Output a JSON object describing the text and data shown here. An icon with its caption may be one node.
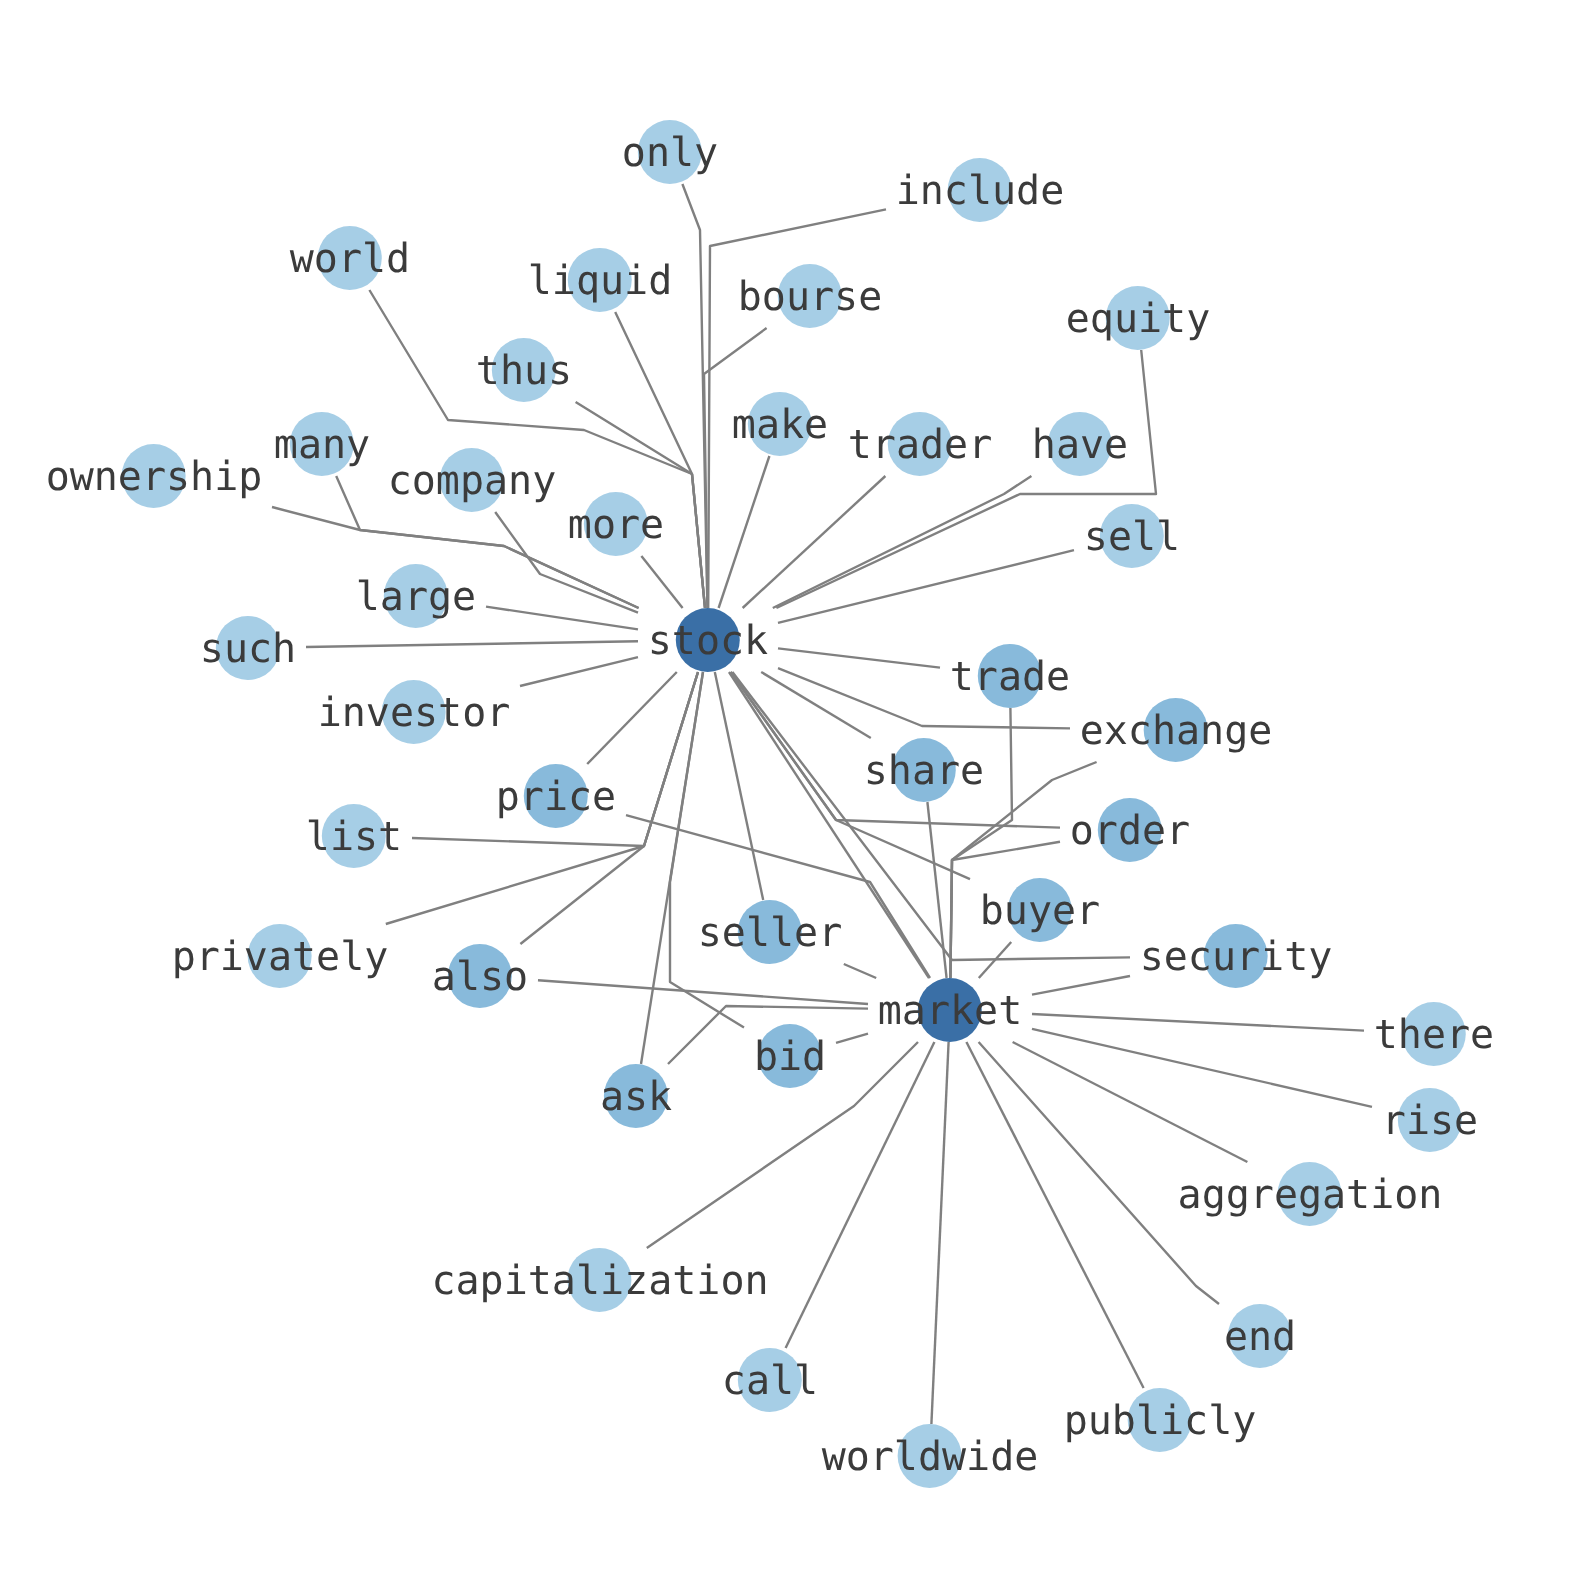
{
  "diagram": {
    "nodes": [
      {
        "text": [
          "only"
        ]
      },
      {
        "text": [
          "include"
        ]
      },
      {
        "text": [
          "world"
        ]
      },
      {
        "text": [
          "liquid"
        ]
      },
      {
        "text": [
          "bourse"
        ]
      },
      {
        "text": [
          "equity"
        ]
      },
      {
        "text": [
          "thus"
        ]
      },
      {
        "text": [
          "make"
        ]
      },
      {
        "text": [
          "trader"
        ]
      },
      {
        "text": [
          "have"
        ]
      },
      {
        "text": [
          "many"
        ]
      },
      {
        "text": [
          "company"
        ]
      },
      {
        "text": [
          "ownership"
        ]
      },
      {
        "text": [
          "more"
        ]
      },
      {
        "text": [
          "sell"
        ]
      },
      {
        "text": [
          "large"
        ]
      },
      {
        "text": [
          "such"
        ]
      },
      {
        "text": [
          "stock"
        ]
      },
      {
        "text": [
          "trade"
        ]
      },
      {
        "text": [
          "exchange"
        ]
      },
      {
        "text": [
          "investor"
        ]
      },
      {
        "text": [
          "share"
        ]
      },
      {
        "text": [
          "list"
        ]
      },
      {
        "text": [
          "order"
        ]
      },
      {
        "text": [
          "price"
        ]
      },
      {
        "text": [
          "security"
        ]
      },
      {
        "text": [
          "buyer"
        ]
      },
      {
        "text": [
          "seller"
        ]
      },
      {
        "text": [
          "privately"
        ]
      },
      {
        "text": [
          "also"
        ]
      },
      {
        "text": [
          "bid"
        ]
      },
      {
        "text": [
          "market"
        ]
      },
      {
        "text": [
          "ask"
        ]
      },
      {
        "text": [
          "there"
        ]
      },
      {
        "text": [
          "rise"
        ]
      },
      {
        "text": [
          "aggregation"
        ]
      },
      {
        "text": [
          "capitalization"
        ]
      },
      {
        "text": [
          "end"
        ]
      },
      {
        "text": [
          "call"
        ]
      },
      {
        "text": [
          "publicly"
        ]
      },
      {
        "text": [
          "worldwide"
        ]
      }
    ],
    "edges": [
      {
        "from": 17,
        "to": 0,
        "arrow": "none"
      },
      {
        "from": 17,
        "to": 1,
        "arrow": "none"
      },
      {
        "from": 17,
        "to": 2,
        "arrow": "none"
      },
      {
        "from": 17,
        "to": 3,
        "arrow": "none"
      },
      {
        "from": 17,
        "to": 4,
        "arrow": "none"
      },
      {
        "from": 17,
        "to": 5,
        "arrow": "none"
      },
      {
        "from": 17,
        "to": 6,
        "arrow": "none"
      },
      {
        "from": 17,
        "to": 7,
        "arrow": "none"
      },
      {
        "from": 17,
        "to": 8,
        "arrow": "none"
      },
      {
        "from": 17,
        "to": 9,
        "arrow": "none"
      },
      {
        "from": 17,
        "to": 10,
        "arrow": "none"
      },
      {
        "from": 17,
        "to": 11,
        "arrow": "none"
      },
      {
        "from": 17,
        "to": 12,
        "arrow": "none"
      },
      {
        "from": 17,
        "to": 13,
        "arrow": "none"
      },
      {
        "from": 17,
        "to": 14,
        "arrow": "none"
      },
      {
        "from": 17,
        "to": 15,
        "arrow": "none"
      },
      {
        "from": 17,
        "to": 16,
        "arrow": "none"
      },
      {
        "from": 17,
        "to": 18,
        "arrow": "none"
      },
      {
        "from": 17,
        "to": 19,
        "arrow": "none"
      },
      {
        "from": 17,
        "to": 20,
        "arrow": "none"
      },
      {
        "from": 17,
        "to": 21,
        "arrow": "none"
      },
      {
        "from": 17,
        "to": 22,
        "arrow": "none"
      },
      {
        "from": 17,
        "to": 23,
        "arrow": "none"
      },
      {
        "from": 17,
        "to": 24,
        "arrow": "none"
      },
      {
        "from": 17,
        "to": 25,
        "arrow": "none"
      },
      {
        "from": 17,
        "to": 26,
        "arrow": "none"
      },
      {
        "from": 17,
        "to": 27,
        "arrow": "none"
      },
      {
        "from": 17,
        "to": 28,
        "arrow": "none"
      },
      {
        "from": 17,
        "to": 29,
        "arrow": "none"
      },
      {
        "from": 17,
        "to": 30,
        "arrow": "none"
      },
      {
        "from": 17,
        "to": 31,
        "arrow": "none"
      },
      {
        "from": 17,
        "to": 32,
        "arrow": "none"
      },
      {
        "from": 31,
        "to": 18,
        "arrow": "none"
      },
      {
        "from": 31,
        "to": 19,
        "arrow": "none"
      },
      {
        "from": 31,
        "to": 21,
        "arrow": "none"
      },
      {
        "from": 31,
        "to": 23,
        "arrow": "none"
      },
      {
        "from": 31,
        "to": 24,
        "arrow": "none"
      },
      {
        "from": 31,
        "to": 25,
        "arrow": "none"
      },
      {
        "from": 31,
        "to": 26,
        "arrow": "none"
      },
      {
        "from": 31,
        "to": 27,
        "arrow": "none"
      },
      {
        "from": 31,
        "to": 29,
        "arrow": "none"
      },
      {
        "from": 31,
        "to": 30,
        "arrow": "none"
      },
      {
        "from": 31,
        "to": 32,
        "arrow": "none"
      },
      {
        "from": 31,
        "to": 33,
        "arrow": "none"
      },
      {
        "from": 31,
        "to": 34,
        "arrow": "none"
      },
      {
        "from": 31,
        "to": 35,
        "arrow": "none"
      },
      {
        "from": 31,
        "to": 36,
        "arrow": "none"
      },
      {
        "from": 31,
        "to": 37,
        "arrow": "none"
      },
      {
        "from": 31,
        "to": 38,
        "arrow": "none"
      },
      {
        "from": 31,
        "to": 39,
        "arrow": "none"
      },
      {
        "from": 31,
        "to": 40,
        "arrow": "none"
      }
    ]
  }
}
